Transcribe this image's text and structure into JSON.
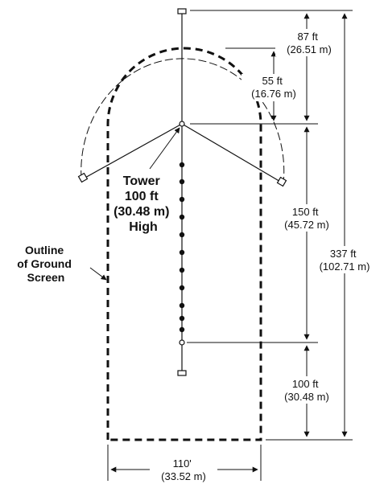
{
  "dimensions": {
    "d87": {
      "line1": "87 ft",
      "line2": "(26.51 m)"
    },
    "d55": {
      "line1": "55 ft",
      "line2": "(16.76 m)"
    },
    "d150": {
      "line1": "150 ft",
      "line2": "(45.72 m)"
    },
    "d337": {
      "line1": "337 ft",
      "line2": "(102.71 m)"
    },
    "d100": {
      "line1": "100 ft",
      "line2": "(30.48 m)"
    },
    "d110": {
      "line1": "110'",
      "line2": "(33.52 m)"
    }
  },
  "labels": {
    "tower": [
      "Tower",
      "100 ft",
      "(30.48 m)",
      "High"
    ],
    "outline": [
      "Outline",
      "of Ground",
      "Screen"
    ]
  },
  "colors": {
    "ink": "#111111",
    "background": "#ffffff"
  }
}
